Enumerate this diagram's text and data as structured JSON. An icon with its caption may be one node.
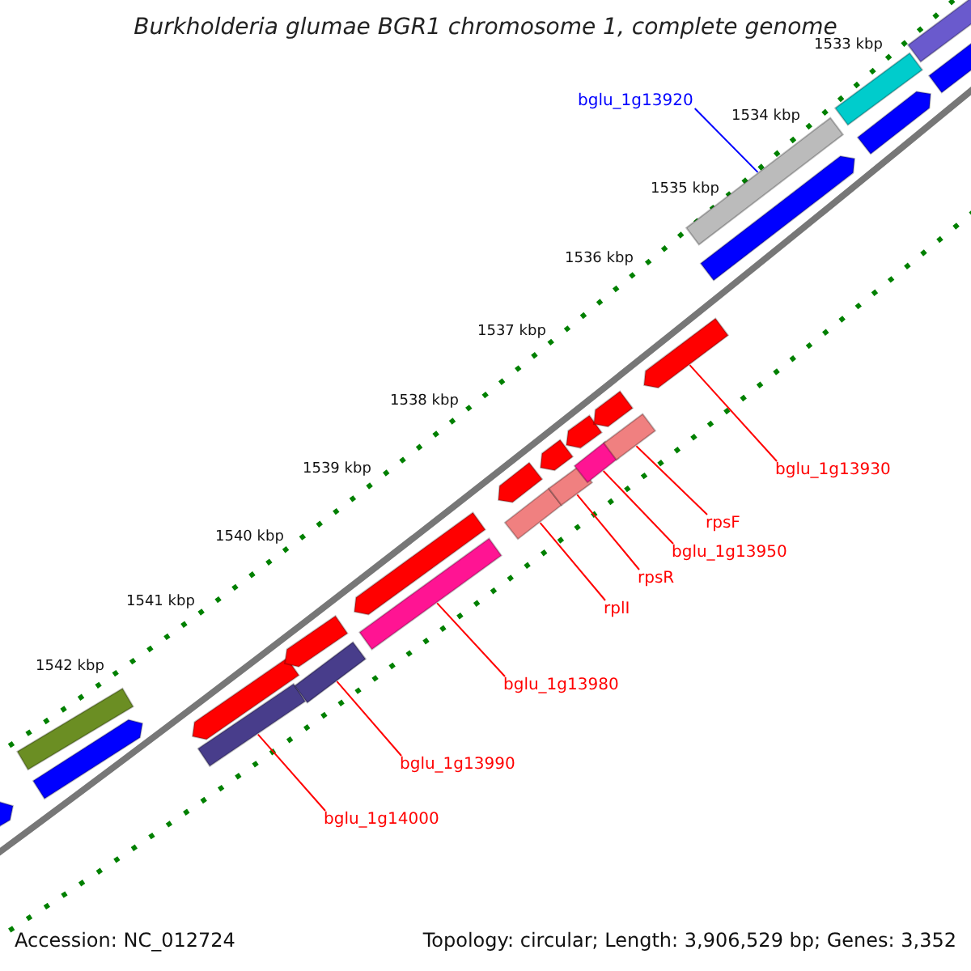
{
  "diagram": {
    "title": "Burkholderia glumae BGR1 chromosome 1, complete genome",
    "nodes": [
      {
        "text": [
          "bglu_1g13920"
        ]
      },
      {
        "text": [
          "bglu_1g13930"
        ]
      },
      {
        "text": [
          "rpsF"
        ]
      },
      {
        "text": [
          "bglu_1g13950"
        ]
      },
      {
        "text": [
          "rpsR"
        ]
      },
      {
        "text": [
          "rplI"
        ]
      },
      {
        "text": [
          "bglu_1g13980"
        ]
      },
      {
        "text": [
          "bglu_1g13990"
        ]
      },
      {
        "text": [
          "bglu_1g14000"
        ]
      },
      {
        "text": [],
        "shape": "bar"
      },
      {
        "text": [],
        "shape": "bar"
      },
      {
        "text": [],
        "shape": "bar"
      },
      {
        "text": [],
        "shape": "bar"
      },
      {
        "text": [],
        "shape": "bar"
      },
      {
        "text": [],
        "shape": "bar"
      },
      {
        "text": [],
        "shape": "bar"
      },
      {
        "text": [],
        "shape": "bar"
      },
      {
        "text": [],
        "shape": "bar"
      },
      {
        "text": [],
        "shape": "bar"
      },
      {
        "text": [],
        "shape": "bar"
      },
      {
        "text": [],
        "shape": "bar"
      },
      {
        "text": [],
        "shape": "bar"
      },
      {
        "text": [],
        "shape": "bar"
      },
      {
        "text": [],
        "shape": "bar"
      },
      {
        "text": [],
        "shape": "bar"
      },
      {
        "text": [],
        "shape": "bar"
      },
      {
        "text": [],
        "shape": "bar"
      },
      {
        "text": [],
        "shape": "bar"
      },
      {
        "text": [],
        "shape": "bar"
      },
      {
        "text": [],
        "shape": "bar"
      },
      {
        "text": [],
        "shape": "bar"
      },
      {
        "text": [],
        "shape": "bar"
      },
      {
        "text": [],
        "shape": "bar"
      }
    ],
    "edges": [
      {
        "from": 0,
        "to": 27,
        "arrow": "none",
        "color": "#0000ff"
      },
      {
        "from": 1,
        "to": 26,
        "arrow": "none"
      },
      {
        "from": 2,
        "to": 25,
        "arrow": "none"
      },
      {
        "from": 3,
        "to": 23,
        "arrow": "none"
      },
      {
        "from": 4,
        "to": 21,
        "arrow": "none"
      },
      {
        "from": 5,
        "to": 19,
        "arrow": "none"
      },
      {
        "from": 6,
        "to": 17,
        "arrow": "none"
      },
      {
        "from": 7,
        "to": 15,
        "arrow": "none"
      },
      {
        "from": 8,
        "to": 13,
        "arrow": "none"
      }
    ],
    "labels": [
      "1533 kbp",
      "1534 kbp",
      "1535 kbp",
      "1536 kbp",
      "1537 kbp",
      "1538 kbp",
      "1539 kbp",
      "1540 kbp",
      "1541 kbp",
      "1542 kbp",
      "Accession: NC_012724",
      "Topology: circular; Length: 3,906,529 bp; Genes: 3,352"
    ]
  }
}
